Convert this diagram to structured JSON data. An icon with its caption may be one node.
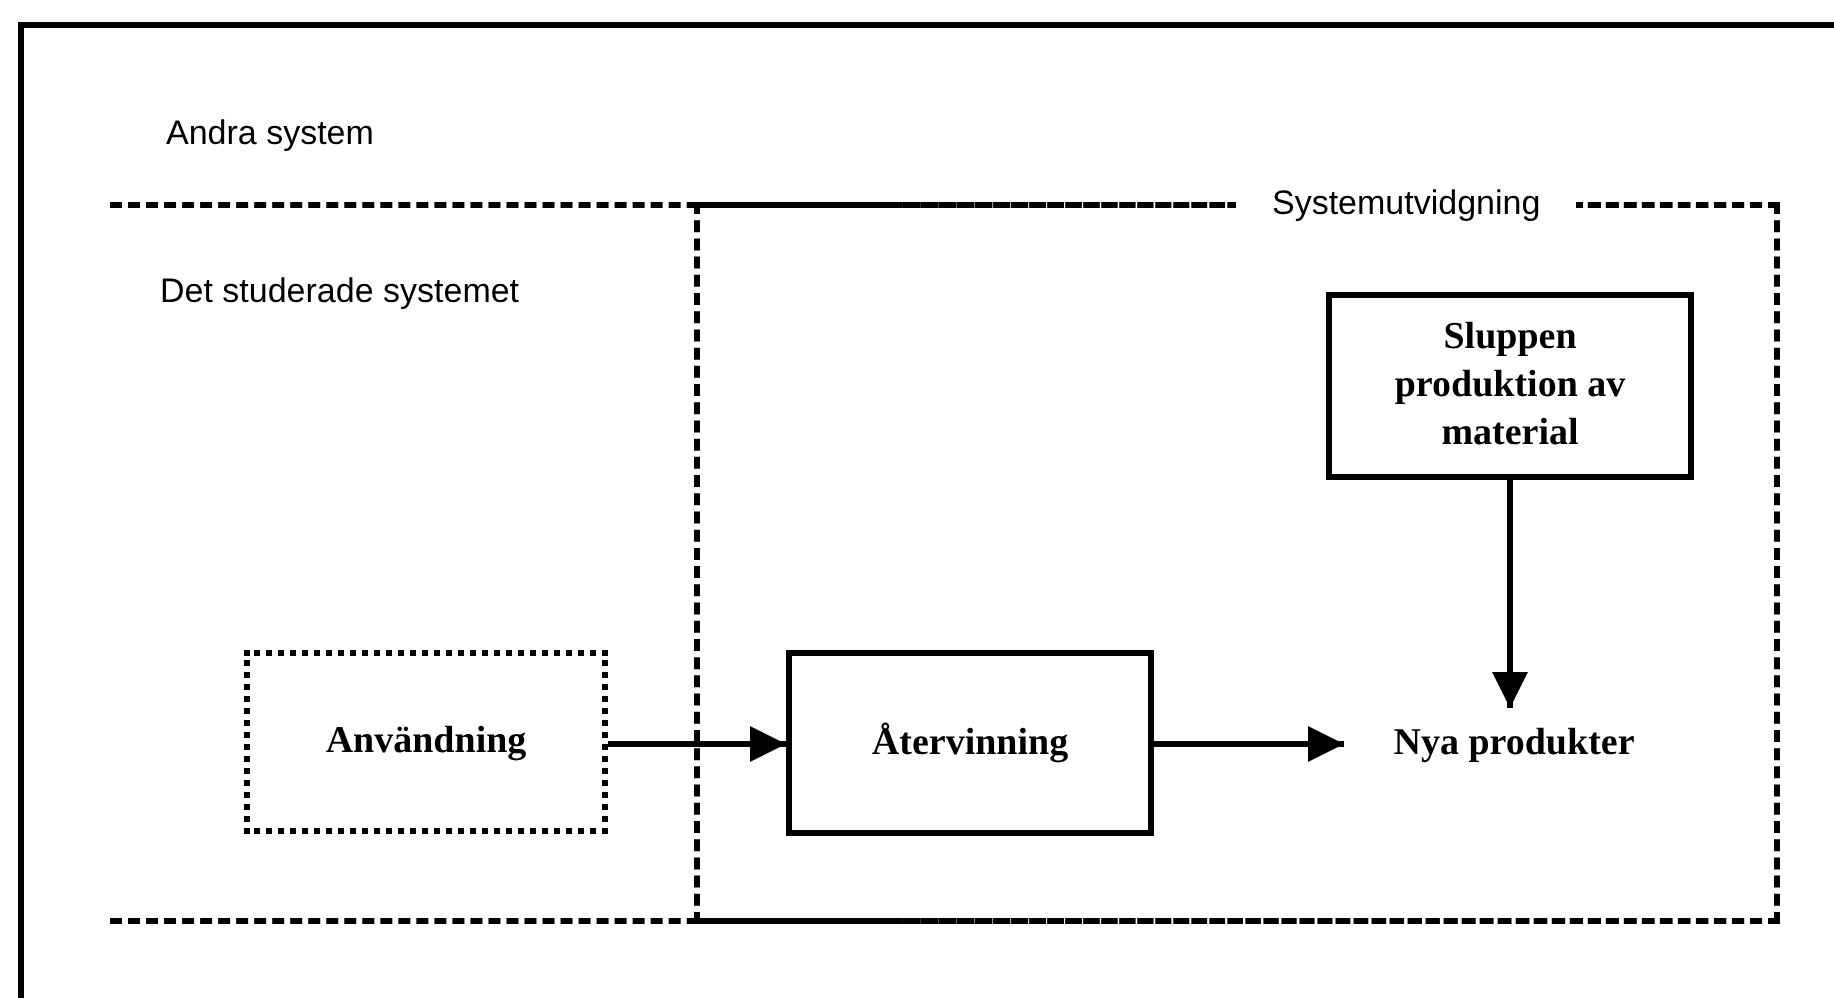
{
  "diagram": {
    "nodes": [
      {
        "text": [
          "Andra system"
        ]
      },
      {
        "text": [
          "Det studerade systemet"
        ],
        "in": 0
      },
      {
        "text": [
          "Systemutvidgning"
        ],
        "in": 1
      },
      {
        "text": [
          "Användning"
        ],
        "in": 1
      },
      {
        "text": [
          "Återvinning"
        ],
        "in": 2
      },
      {
        "text": [
          "Sluppen produktion av material"
        ],
        "in": 2
      },
      {
        "text": [
          "Nya produkter"
        ],
        "in": 2
      }
    ],
    "edges": [
      {
        "from": 3,
        "to": 4,
        "arrow": "to"
      },
      {
        "from": 4,
        "to": 6,
        "arrow": "to"
      },
      {
        "from": 5,
        "to": 6,
        "arrow": "to"
      }
    ]
  }
}
